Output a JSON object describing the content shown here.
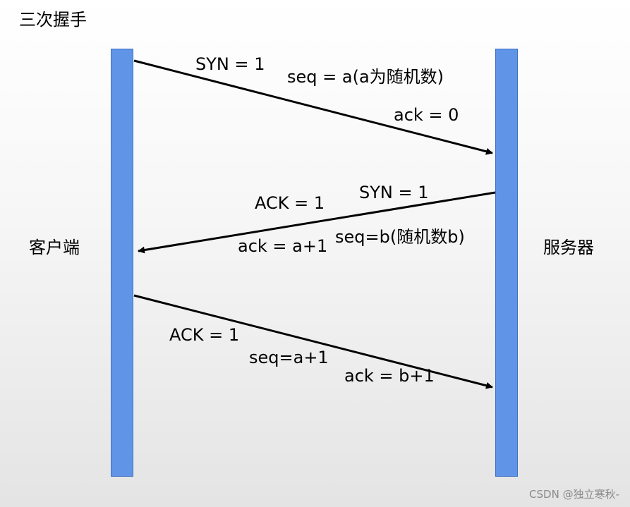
{
  "title": "三次握手",
  "nodes": {
    "client": "客户端",
    "server": "服务器"
  },
  "messages": {
    "m1": {
      "syn": "SYN = 1",
      "seq": "seq = a(a为随机数)",
      "ack": "ack = 0"
    },
    "m2": {
      "syn": "SYN = 1",
      "ack_flag": "ACK = 1",
      "seq": "seq=b(随机数b)",
      "ack": "ack = a+1"
    },
    "m3": {
      "ack_flag": "ACK = 1",
      "seq": "seq=a+1",
      "ack": "ack = b+1"
    }
  },
  "watermark": "CSDN @独立寒秋-"
}
